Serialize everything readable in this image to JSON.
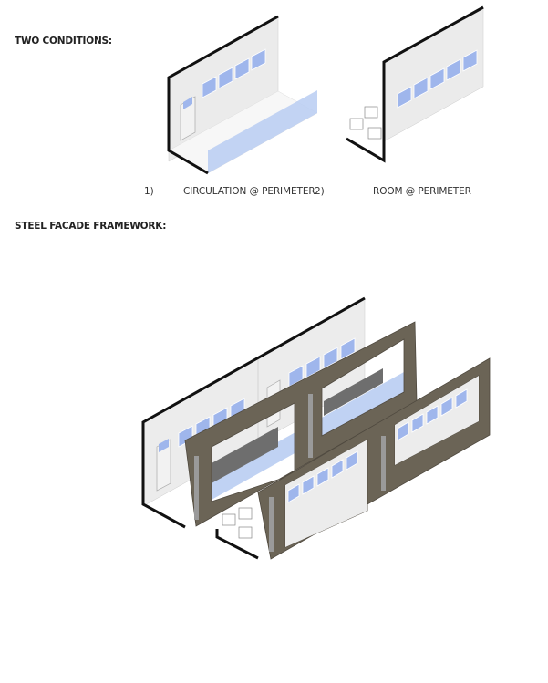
{
  "sections": {
    "two_conditions": {
      "heading": "TWO CONDITIONS:",
      "conditions": [
        {
          "number": "1)",
          "label": "CIRCULATION @ PERIMETER"
        },
        {
          "number": "2)",
          "label": "ROOM @ PERIMETER"
        }
      ]
    },
    "steel_facade": {
      "heading": "STEEL FACADE FRAMEWORK:"
    }
  },
  "colors": {
    "wall": "#e9e9e9",
    "wall_edge": "#111111",
    "glass": "#b9cdf2",
    "window": "#9fb6ec",
    "steel": "#6b6456",
    "steel_dark": "#4f493f",
    "floor_dark": "#6e6e6e"
  }
}
